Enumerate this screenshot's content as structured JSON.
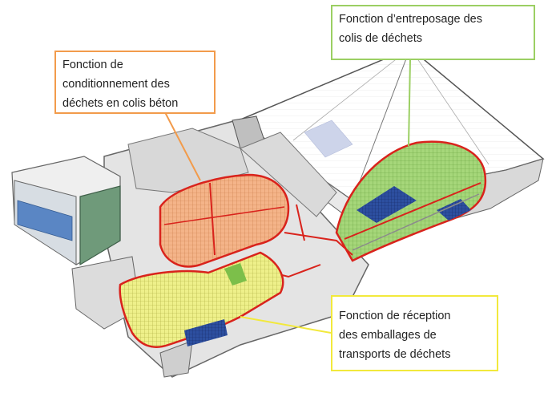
{
  "callouts": {
    "storage": {
      "lines": [
        "Fonction d’entreposage des",
        "colis de déchets"
      ],
      "color": "#9bcf63",
      "zone_color": "#7fc84a"
    },
    "conditioning": {
      "lines": [
        "Fonction de",
        "conditionnement des",
        "déchets en colis béton"
      ],
      "color": "#f29b4b",
      "zone_color": "#f08a4b"
    },
    "reception": {
      "lines": [
        "Fonction de réception",
        "des emballages de",
        "transports de déchets"
      ],
      "color": "#f2e93c",
      "zone_color": "#f0e83a"
    }
  },
  "colors": {
    "building_outline": "#555555",
    "walls": "#cfcfcf",
    "green_annex": "#6f9a7a",
    "blue_racks": "#2d4fa0",
    "red_edges": "#d9231c"
  }
}
